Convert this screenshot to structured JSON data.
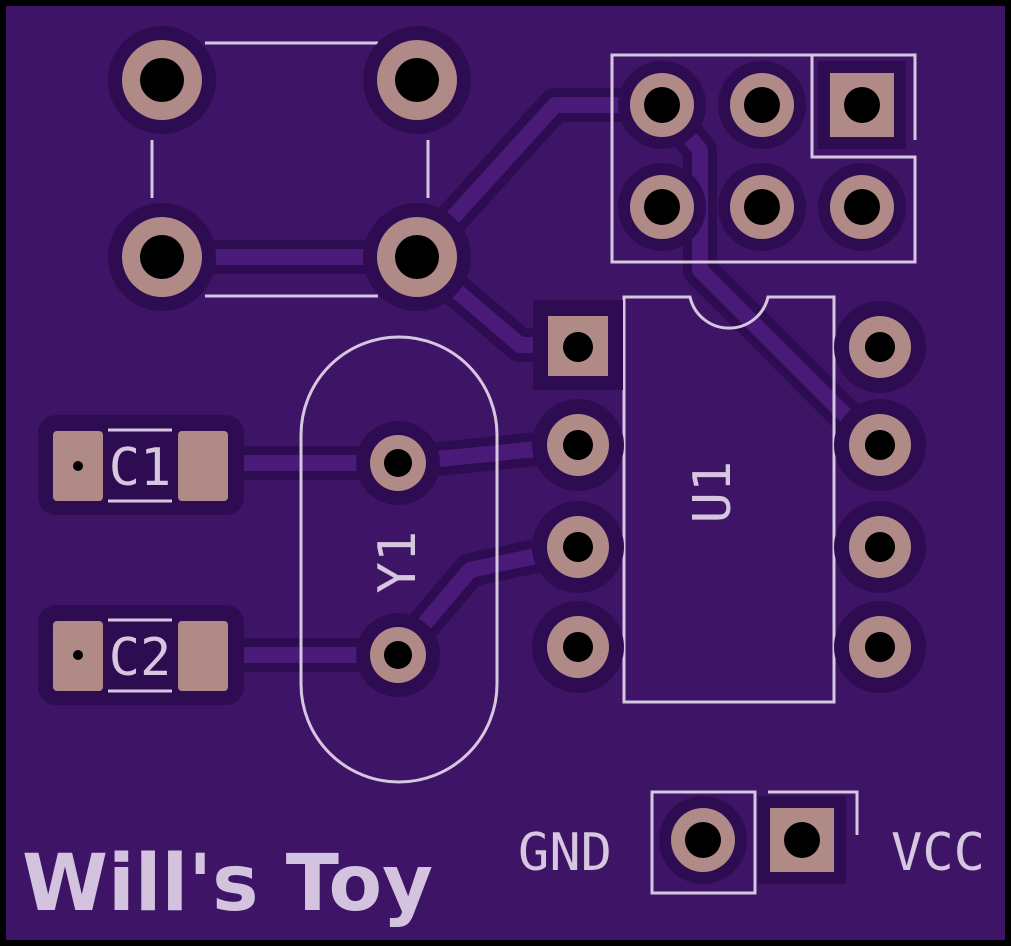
{
  "board": {
    "title": "Will's Toy",
    "colors": {
      "substrate": "#3e1466",
      "copper_pour": "#4a1a78",
      "trace": "#4a1a78",
      "clearance": "#2e0c52",
      "pad": "#b08a86",
      "drill": "#000000",
      "silkscreen": "#d7c6e0"
    }
  },
  "labels": {
    "c1": "C1",
    "c2": "C2",
    "y1": "Y1",
    "u1": "U1",
    "gnd": "GND",
    "vcc": "VCC"
  }
}
